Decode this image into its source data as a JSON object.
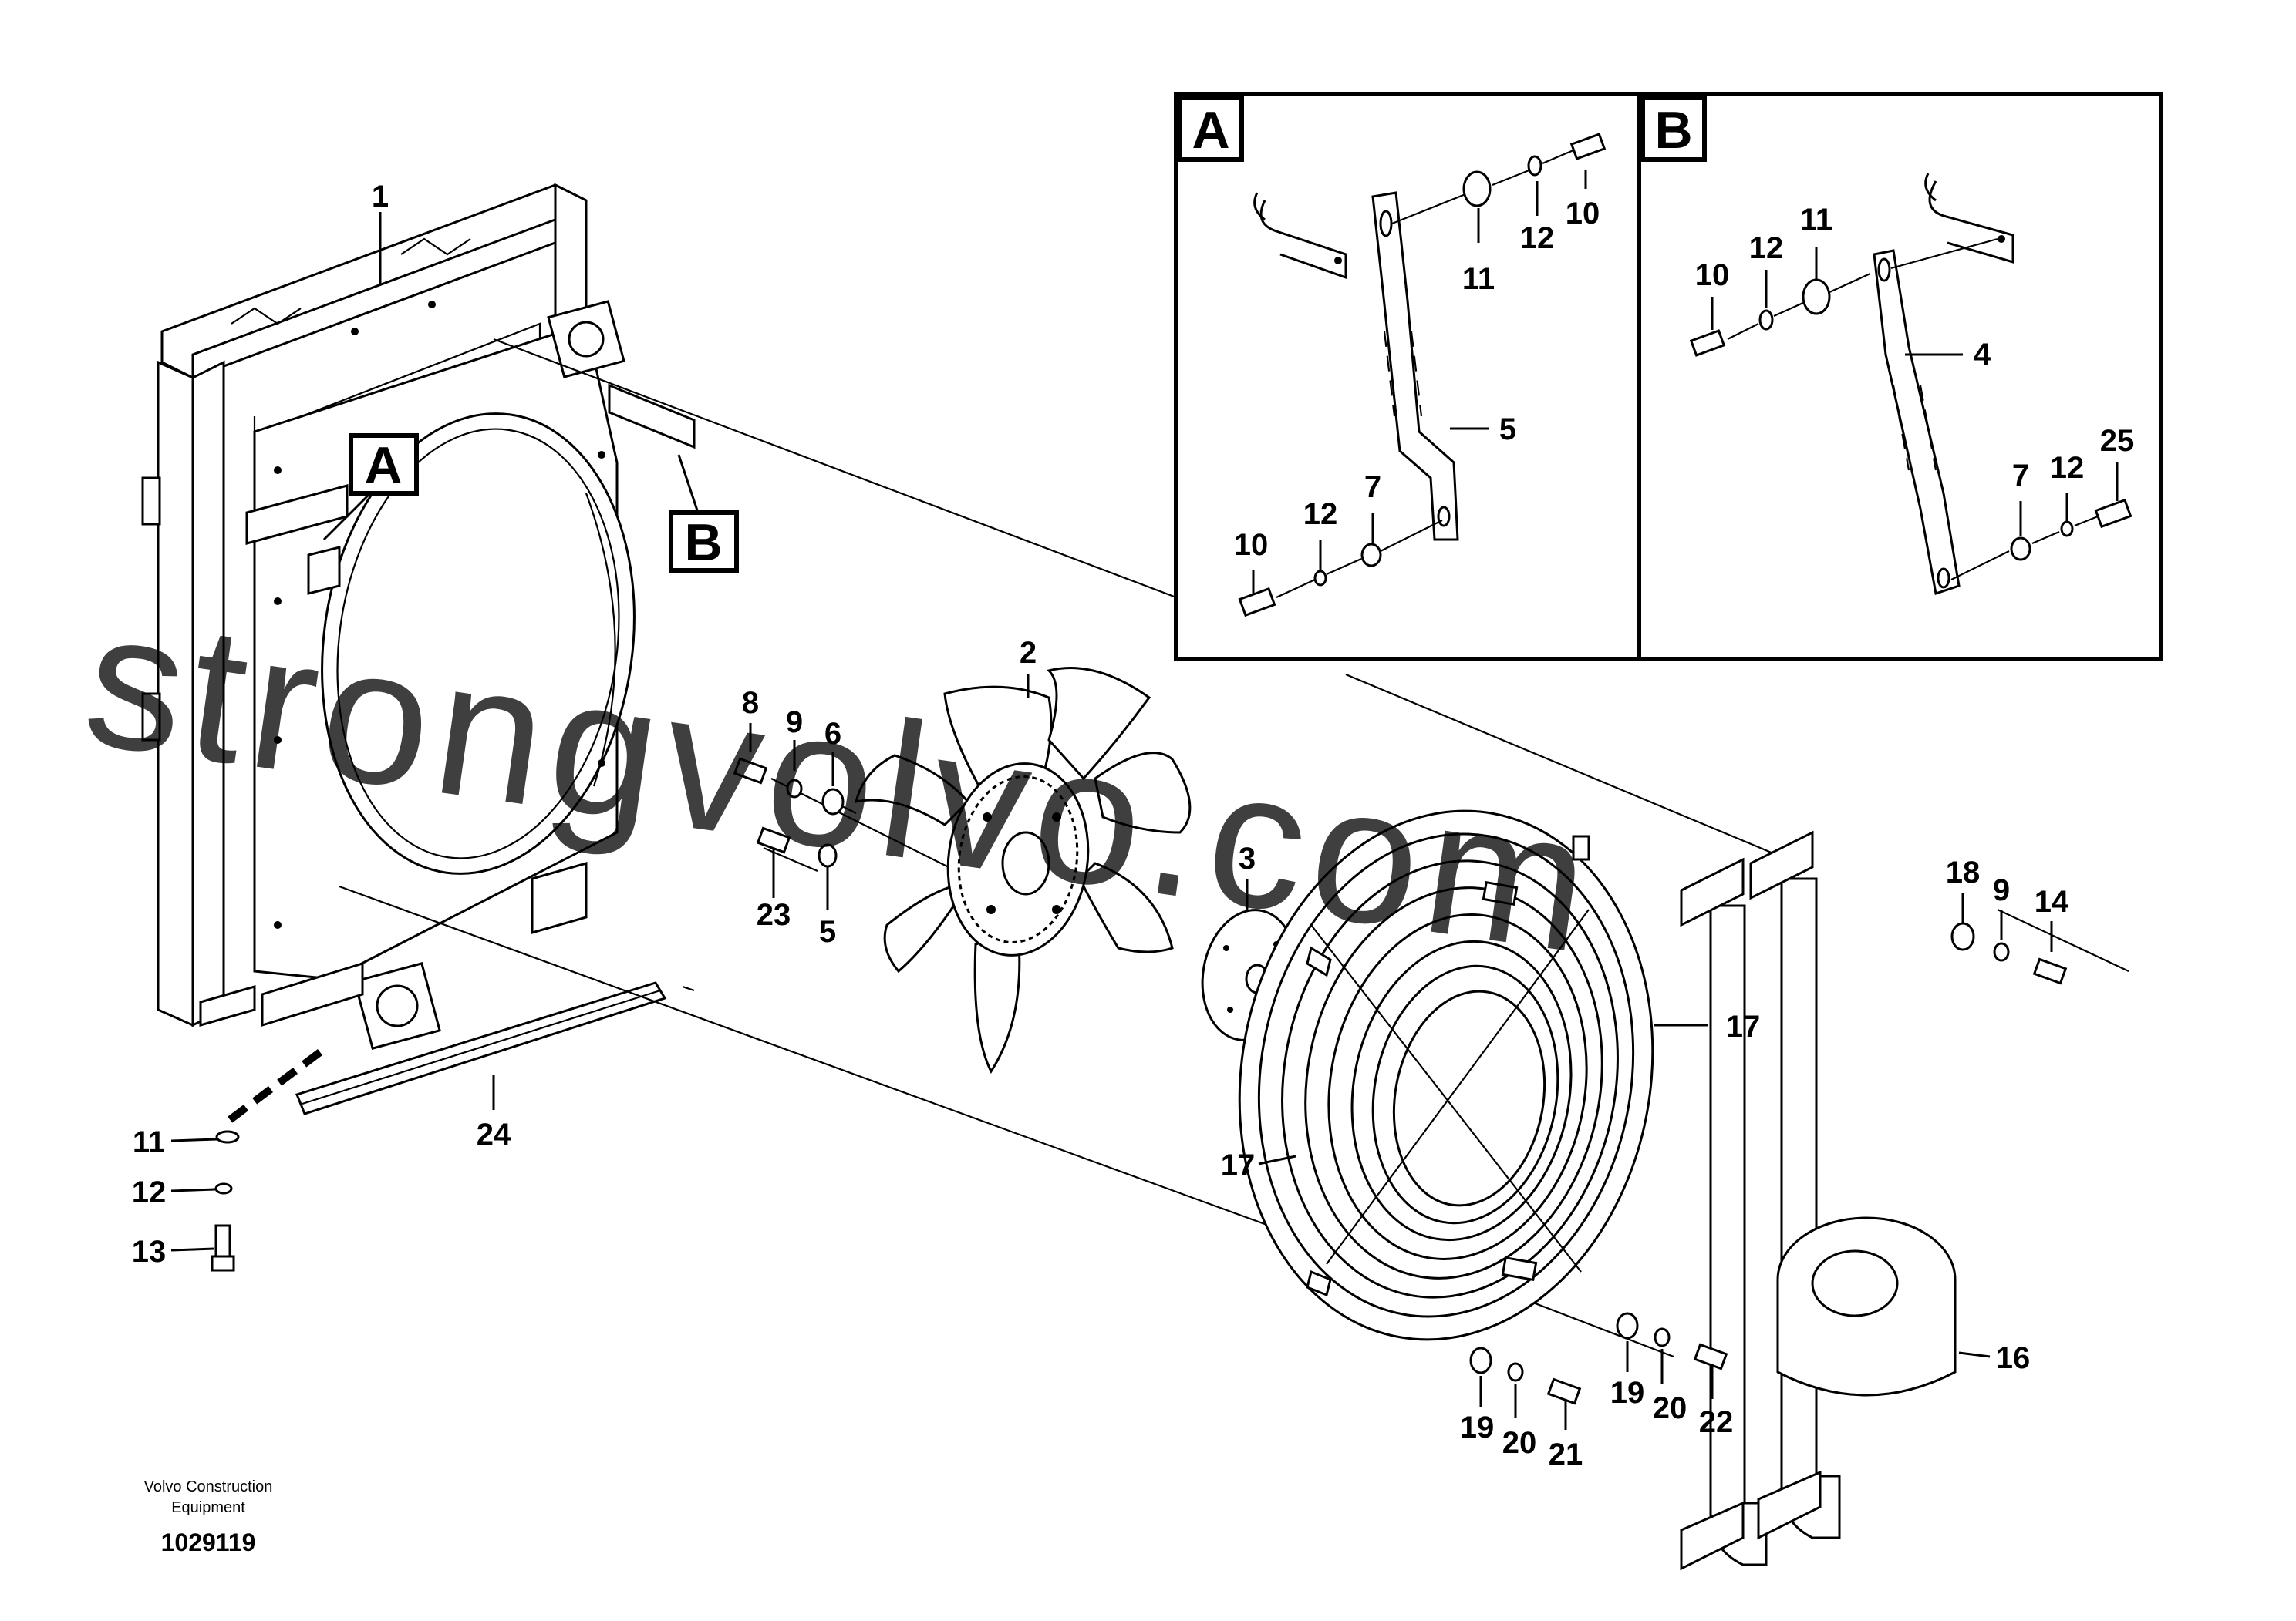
{
  "diagram": {
    "watermark": "strongvolvo.com",
    "footer": {
      "company_line1": "Volvo Construction",
      "company_line2": "Equipment",
      "drawing_id": "1029119"
    },
    "views": [
      {
        "id": "A",
        "label": "A"
      },
      {
        "id": "B",
        "label": "B"
      }
    ],
    "callouts": {
      "c1": "1",
      "c2": "2",
      "c3": "3",
      "c5_main": "5",
      "c6": "6",
      "c8": "8",
      "c9_main": "9",
      "c23": "23",
      "c24": "24",
      "c11_main": "11",
      "c12_main": "12",
      "c13": "13",
      "c17_top": "17",
      "c17_left": "17",
      "c16": "16",
      "c18": "18",
      "c9_right": "9",
      "c14": "14",
      "c19_a": "19",
      "c20_a": "20",
      "c21": "21",
      "c19_b": "19",
      "c20_b": "20",
      "c22": "22",
      "a_c10_top": "10",
      "a_c12_top": "12",
      "a_c11_top": "11",
      "a_c5": "5",
      "a_c10_bot": "10",
      "a_c12_bot": "12",
      "a_c7": "7",
      "b_c11": "11",
      "b_c10": "10",
      "b_c12_top": "12",
      "b_c4": "4",
      "b_c7": "7",
      "b_c12_bot": "12",
      "b_c25": "25"
    }
  }
}
